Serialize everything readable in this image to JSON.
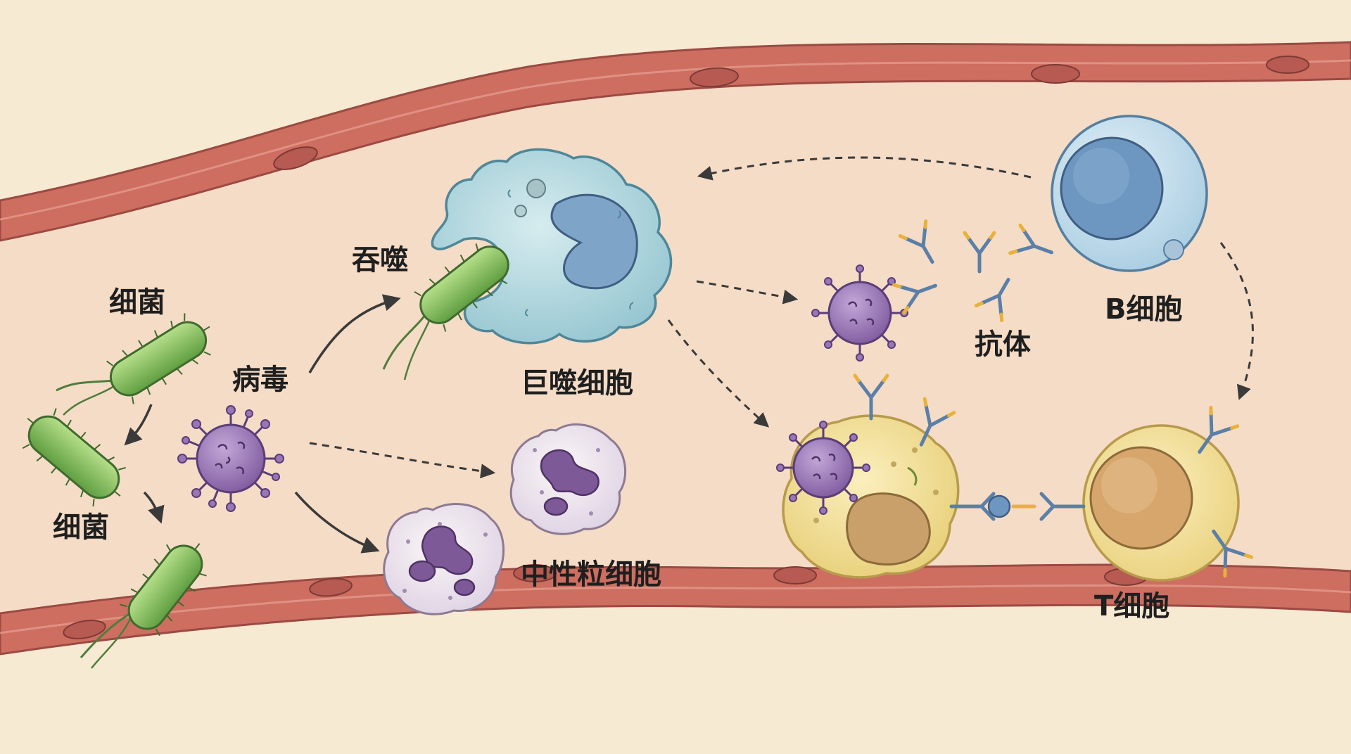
{
  "labels": {
    "bacteria_top": "细菌",
    "bacteria_mid": "细菌",
    "virus": "病毒",
    "phagocytosis": "吞噬",
    "macrophage": "巨噬细胞",
    "neutrophil": "中性粒细胞",
    "antibody": "抗体",
    "b_cell": "B细胞",
    "t_cell": "T细胞"
  },
  "colors": {
    "background": "#f6ead3",
    "vessel_lumen": "#f5dcc6",
    "vessel_wall": "#c96a5e",
    "bacteria": "#86bf5e",
    "virus": "#9a76b6",
    "macrophage": "#aed5dc",
    "macrophage_nucleus": "#7ea4c8",
    "neutrophil": "#efe4ec",
    "neutrophil_nucleus": "#7d5a97",
    "b_cell": "#b9d7e8",
    "b_cell_nucleus": "#6d97c0",
    "t_cell": "#f2dc8e",
    "t_cell_nucleus": "#d6a66c",
    "apc_cell": "#f1dc8a",
    "antibody": "#5a7fa8",
    "antibody_tip": "#e8b13b"
  }
}
